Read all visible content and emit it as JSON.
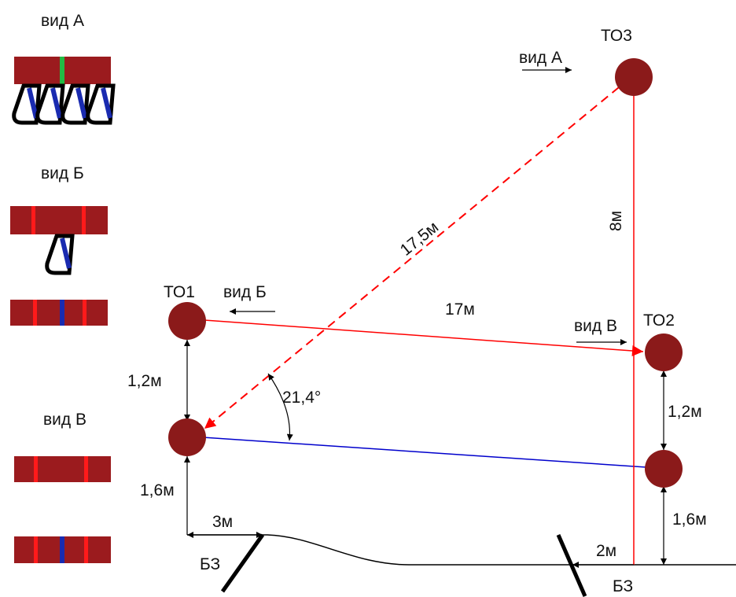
{
  "views": {
    "a_title": "вид А",
    "b_title": "вид Б",
    "v_title": "вид В"
  },
  "points": {
    "to1": "ТО1",
    "to2": "ТО2",
    "to3": "ТО3"
  },
  "belays": {
    "left": "БЗ",
    "right": "БЗ"
  },
  "dimensions": {
    "d_17": "17м",
    "d_17_5": "17,5м",
    "d_8": "8м",
    "angle": "21,4°",
    "left_upper": "1,2м",
    "left_lower": "1,6м",
    "right_upper": "1,2м",
    "right_lower": "1,6м",
    "left_horizontal": "3м",
    "right_horizontal": "2м"
  },
  "arrow_labels": {
    "view_a": "вид А",
    "view_b": "вид Б",
    "view_v": "вид В"
  },
  "colors": {
    "node": "#8b1a1a",
    "block": "#9b1b1e",
    "rope_red": "#ff0000",
    "rope_blue": "#0000cc",
    "stripe_green": "#22bb44",
    "stripe_blue": "#1a2bb0",
    "stripe_red": "#ff1a1a"
  }
}
